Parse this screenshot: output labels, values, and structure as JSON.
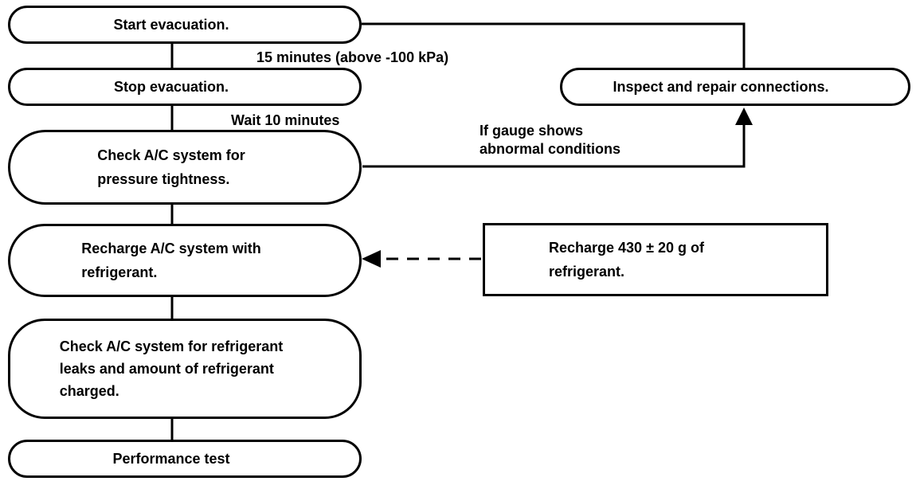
{
  "diagram": {
    "type": "flowchart",
    "background_color": "#ffffff",
    "line_color": "#000000",
    "node_fill_color": "#ffffff",
    "nodes": {
      "start": {
        "label": "Start evacuation.",
        "shape": "stadium"
      },
      "stop": {
        "label": "Stop evacuation.",
        "shape": "stadium"
      },
      "check_pressure": {
        "label": "Check A/C system for\npressure tightness.",
        "shape": "stadium"
      },
      "recharge": {
        "label": "Recharge A/C system with\nrefrigerant.",
        "shape": "stadium"
      },
      "check_leaks": {
        "label": "Check A/C system for refrigerant\nleaks and amount of refrigerant\ncharged.",
        "shape": "stadium"
      },
      "performance": {
        "label": "Performance test",
        "shape": "stadium"
      },
      "inspect": {
        "label": "Inspect and repair connections.",
        "shape": "stadium"
      },
      "recharge_note": {
        "label": "Recharge 430 ± 20 g of\nrefrigerant.",
        "shape": "rectangle"
      }
    },
    "edge_labels": {
      "evacuation_time": "15 minutes (above -100 kPa)",
      "wait_time": "Wait 10 minutes",
      "gauge_condition": "If gauge shows\nabnormal conditions"
    },
    "edges": [
      {
        "from": "start",
        "to": "stop",
        "style": "solid",
        "arrow": false,
        "label_key": "evacuation_time"
      },
      {
        "from": "stop",
        "to": "check_pressure",
        "style": "solid",
        "arrow": false,
        "label_key": "wait_time"
      },
      {
        "from": "check_pressure",
        "to": "recharge",
        "style": "solid",
        "arrow": false
      },
      {
        "from": "recharge",
        "to": "check_leaks",
        "style": "solid",
        "arrow": false
      },
      {
        "from": "check_leaks",
        "to": "performance",
        "style": "solid",
        "arrow": false
      },
      {
        "from": "start",
        "to": "inspect",
        "style": "solid",
        "arrow": false
      },
      {
        "from": "check_pressure",
        "to": "inspect",
        "style": "solid",
        "arrow": true,
        "label_key": "gauge_condition"
      },
      {
        "from": "recharge_note",
        "to": "recharge",
        "style": "dashed",
        "arrow": true
      }
    ]
  }
}
